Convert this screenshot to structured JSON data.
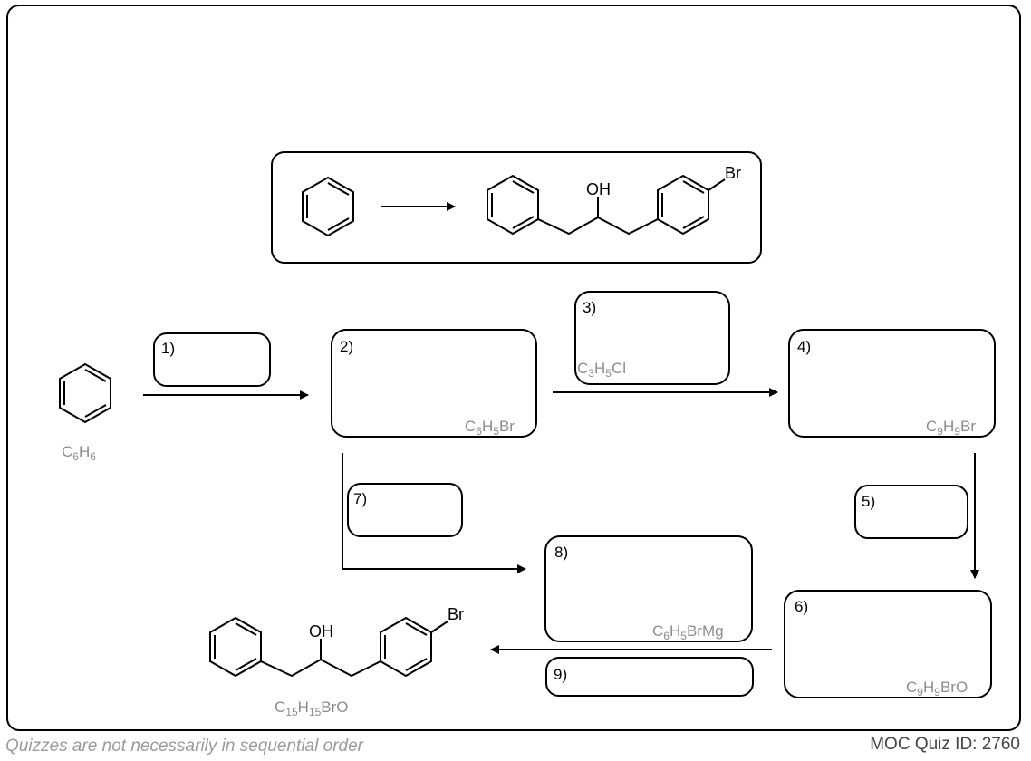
{
  "colors": {
    "line": "#000000",
    "formula": "#8c8c8c",
    "footer": "#9a9a9a"
  },
  "scheme": {
    "reactant_icon": "benzene-ring",
    "product_icon": "1-phenyl-3-(4-bromophenyl)propan-2-ol",
    "oh_label": "OH",
    "br_label": "Br"
  },
  "start": {
    "formula": {
      "C": "C",
      "c_sub": "6",
      "H": "H",
      "h_sub": "6"
    }
  },
  "steps": {
    "s1": {
      "label": "1)"
    },
    "s2": {
      "label": "2)",
      "formula": {
        "p1": "C",
        "s1": "6",
        "p2": "H",
        "s2": "5",
        "p3": "Br"
      }
    },
    "s3": {
      "label": "3)",
      "formula": {
        "p1": "C",
        "s1": "3",
        "p2": "H",
        "s2": "5",
        "p3": "Cl"
      }
    },
    "s4": {
      "label": "4)",
      "formula": {
        "p1": "C",
        "s1": "9",
        "p2": "H",
        "s2": "9",
        "p3": "Br"
      }
    },
    "s5": {
      "label": "5)"
    },
    "s6": {
      "label": "6)",
      "formula": {
        "p1": "C",
        "s1": "9",
        "p2": "H",
        "s2": "9",
        "p3": "BrO"
      }
    },
    "s7": {
      "label": "7)"
    },
    "s8": {
      "label": "8)",
      "formula": {
        "p1": "C",
        "s1": "6",
        "p2": "H",
        "s2": "5",
        "p3": "BrMg"
      }
    },
    "s9": {
      "label": "9)"
    }
  },
  "final": {
    "formula": {
      "p1": "C",
      "s1": "15",
      "p2": "H",
      "s2": "15",
      "p3": "BrO"
    }
  },
  "footer": {
    "note": "Quizzes are not necessarily in sequential order",
    "quiz_id": "MOC Quiz ID: 2760"
  }
}
